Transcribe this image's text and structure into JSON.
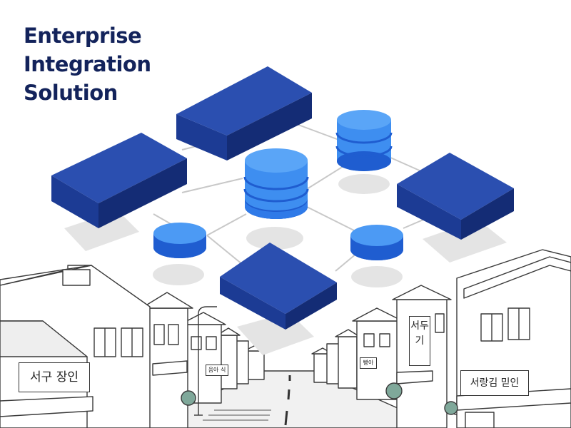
{
  "title": {
    "lines": [
      "Enterprise",
      "Integration",
      "Solution"
    ]
  },
  "signs": {
    "left_shop": "서구 장인",
    "right_shop": "서랑김 믿인",
    "tall_sign": "서두기",
    "small_left": "음아 식",
    "small_right": "빵아"
  },
  "colors": {
    "title": "#13235b",
    "block_top": "#2b4fb0",
    "block_front": "#1c3b94",
    "block_side": "#142c75",
    "cylinder": "#3e8ef0",
    "cylinder_dark": "#1f5dd0",
    "shadow": "#e3e3e3",
    "link": "#c8c8c8"
  }
}
